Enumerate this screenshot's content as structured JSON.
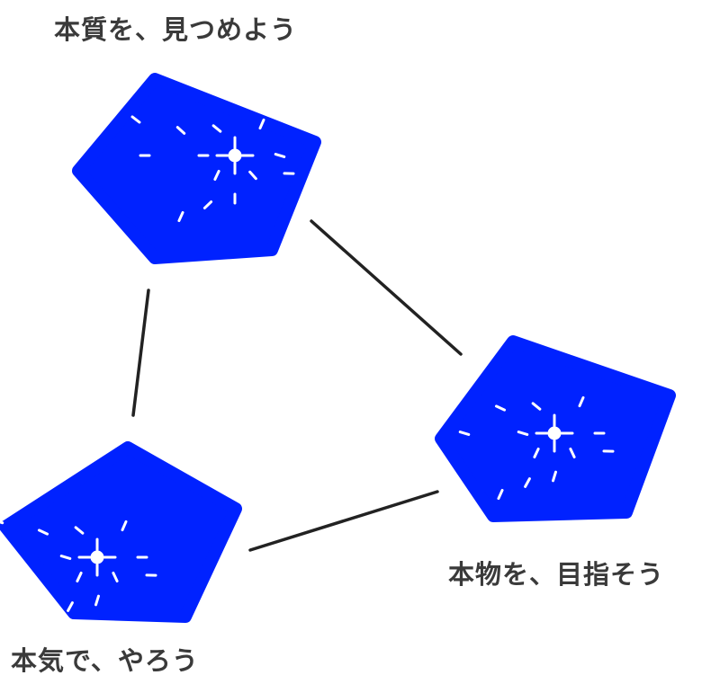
{
  "colors": {
    "shape": "#0022ff",
    "line": "#222222",
    "text": "#3a3a3a",
    "sparkle": "#ffffff"
  },
  "nodes": [
    {
      "id": "essence",
      "label": "本質を、見つめよう"
    },
    {
      "id": "genuine",
      "label": "本物を、目指そう"
    },
    {
      "id": "earnest",
      "label": "本気で、やろう"
    }
  ]
}
